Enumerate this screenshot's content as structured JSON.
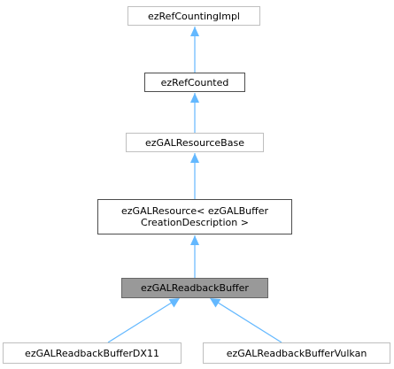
{
  "diagram": {
    "edge_color": "#63b8ff",
    "nodes": {
      "ref_counting_impl": {
        "label": "ezRefCountingImpl"
      },
      "ref_counted": {
        "label": "ezRefCounted"
      },
      "resource_base": {
        "label": "ezGALResourceBase"
      },
      "resource": {
        "label_line1": "ezGALResource< ezGALBuffer",
        "label_line2": "CreationDescription >"
      },
      "readback_buffer": {
        "label": "ezGALReadbackBuffer"
      },
      "readback_buffer_dx11": {
        "label": "ezGALReadbackBufferDX11"
      },
      "readback_buffer_vulkan": {
        "label": "ezGALReadbackBufferVulkan"
      }
    }
  }
}
